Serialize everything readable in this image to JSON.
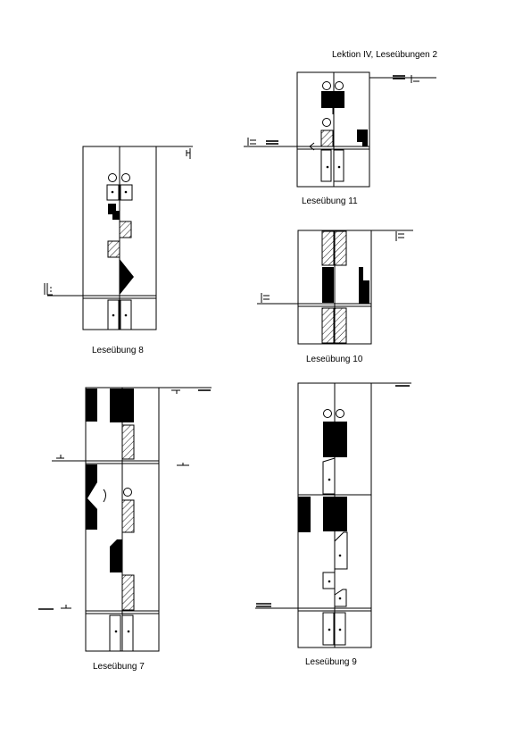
{
  "header": {
    "title": "Lektion IV, Leseübungen 2"
  },
  "exercises": [
    {
      "id": "11",
      "caption": "Leseübung 11"
    },
    {
      "id": "8",
      "caption": "Leseübung 8"
    },
    {
      "id": "10",
      "caption": "Leseübung 10"
    },
    {
      "id": "7",
      "caption": "Leseübung 7"
    },
    {
      "id": "9",
      "caption": "Leseübung 9"
    }
  ],
  "colors": {
    "ink": "#000000",
    "paper": "#ffffff"
  }
}
